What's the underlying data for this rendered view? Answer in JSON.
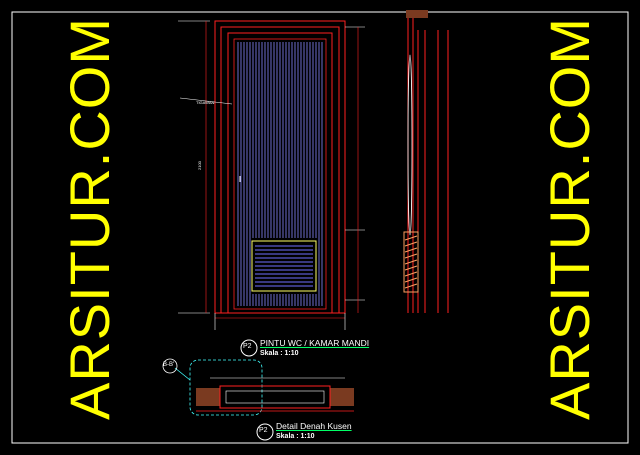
{
  "watermark": {
    "text": "ARSITUR.COM",
    "color": "#ffff00"
  },
  "drawing1": {
    "badge": "P2",
    "title": "PINTU WC / KAMAR MANDI",
    "scale": "Skala : 1:10"
  },
  "drawing2": {
    "badge": "P2",
    "title": "Detail Denah Kusen",
    "scale": "Skala : 1:10"
  },
  "section_tag": "B-B'",
  "colors": {
    "background": "#000000",
    "frame": "#ff0000",
    "lines": "#ffffff",
    "accent": "#00ffff",
    "watermark": "#ffff00",
    "underline": "#00ff66"
  }
}
